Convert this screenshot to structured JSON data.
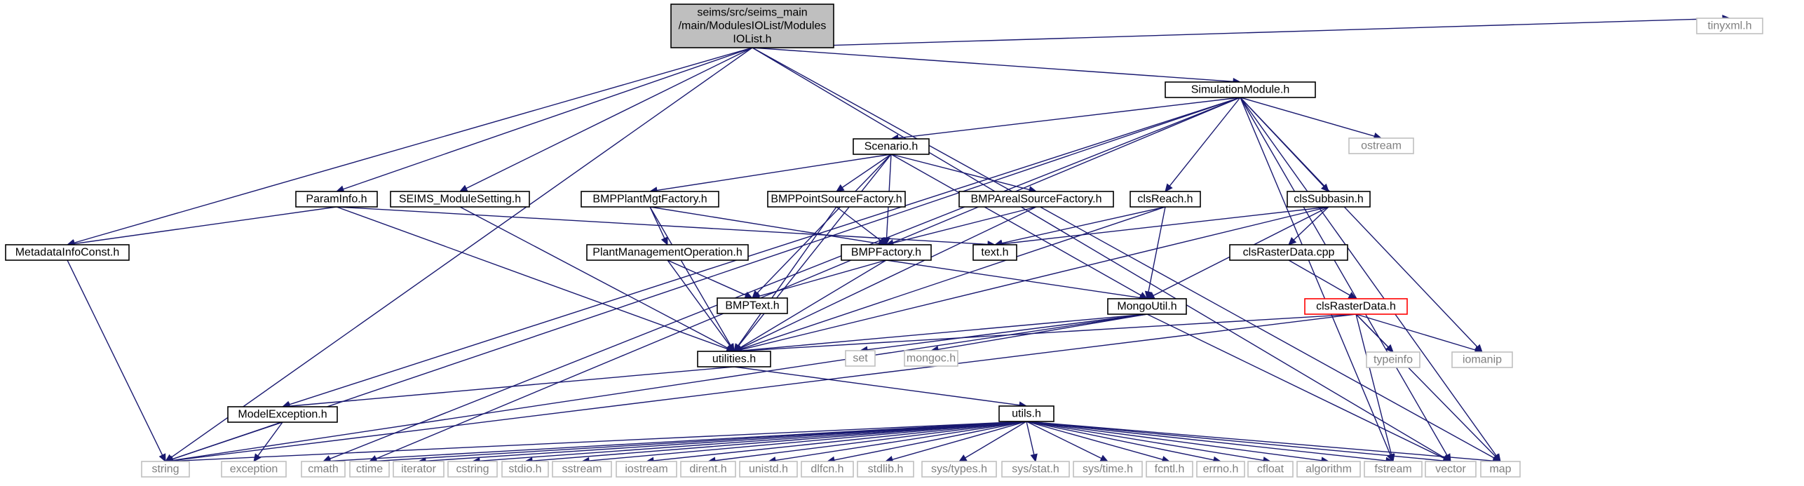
{
  "colors": {
    "edge": "#191970",
    "root_fill": "#bfbfbf",
    "node_stroke": "#000000",
    "external_stroke": "#bfbfbf",
    "external_text": "#808080",
    "truncated_stroke": "#ff0000"
  },
  "nodes": {
    "root": {
      "lines": [
        "seims/src/seims_main",
        "/main/ModulesIOList/Modules",
        "IOList.h"
      ],
      "kind": "root"
    },
    "simmod": {
      "lines": [
        "SimulationModule.h"
      ],
      "kind": "local"
    },
    "tinyxml": {
      "lines": [
        "tinyxml.h"
      ],
      "kind": "external"
    },
    "scenario": {
      "lines": [
        "Scenario.h"
      ],
      "kind": "local"
    },
    "ostream": {
      "lines": [
        "ostream"
      ],
      "kind": "external"
    },
    "paraminfo": {
      "lines": [
        "ParamInfo.h"
      ],
      "kind": "local"
    },
    "seimsmod": {
      "lines": [
        "SEIMS_ModuleSetting.h"
      ],
      "kind": "local"
    },
    "bmpplant": {
      "lines": [
        "BMPPlantMgtFactory.h"
      ],
      "kind": "local"
    },
    "bmppoint": {
      "lines": [
        "BMPPointSourceFactory.h"
      ],
      "kind": "local"
    },
    "bmpareal": {
      "lines": [
        "BMPArealSourceFactory.h"
      ],
      "kind": "local"
    },
    "clsreach": {
      "lines": [
        "clsReach.h"
      ],
      "kind": "local"
    },
    "clssub": {
      "lines": [
        "clsSubbasin.h"
      ],
      "kind": "local"
    },
    "metadata": {
      "lines": [
        "MetadataInfoConst.h"
      ],
      "kind": "local"
    },
    "plantop": {
      "lines": [
        "PlantManagementOperation.h"
      ],
      "kind": "local"
    },
    "bmpfactory": {
      "lines": [
        "BMPFactory.h"
      ],
      "kind": "local"
    },
    "texth": {
      "lines": [
        "text.h"
      ],
      "kind": "local"
    },
    "clsrastercpp": {
      "lines": [
        "clsRasterData.cpp"
      ],
      "kind": "local"
    },
    "bmptext": {
      "lines": [
        "BMPText.h"
      ],
      "kind": "local"
    },
    "mongoutil": {
      "lines": [
        "MongoUtil.h"
      ],
      "kind": "local"
    },
    "clsraster": {
      "lines": [
        "clsRasterData.h"
      ],
      "kind": "truncated"
    },
    "utilities": {
      "lines": [
        "utilities.h"
      ],
      "kind": "local"
    },
    "set": {
      "lines": [
        "set"
      ],
      "kind": "external"
    },
    "mongoc": {
      "lines": [
        "mongoc.h"
      ],
      "kind": "external"
    },
    "typeinfo": {
      "lines": [
        "typeinfo"
      ],
      "kind": "external"
    },
    "iomanip": {
      "lines": [
        "iomanip"
      ],
      "kind": "external"
    },
    "modelexc": {
      "lines": [
        "ModelException.h"
      ],
      "kind": "local"
    },
    "utils": {
      "lines": [
        "utils.h"
      ],
      "kind": "local"
    },
    "string": {
      "lines": [
        "string"
      ],
      "kind": "external"
    },
    "exception": {
      "lines": [
        "exception"
      ],
      "kind": "external"
    },
    "cmath": {
      "lines": [
        "cmath"
      ],
      "kind": "external"
    },
    "ctime": {
      "lines": [
        "ctime"
      ],
      "kind": "external"
    },
    "iterator": {
      "lines": [
        "iterator"
      ],
      "kind": "external"
    },
    "cstring": {
      "lines": [
        "cstring"
      ],
      "kind": "external"
    },
    "stdio": {
      "lines": [
        "stdio.h"
      ],
      "kind": "external"
    },
    "sstream": {
      "lines": [
        "sstream"
      ],
      "kind": "external"
    },
    "iostream": {
      "lines": [
        "iostream"
      ],
      "kind": "external"
    },
    "dirent": {
      "lines": [
        "dirent.h"
      ],
      "kind": "external"
    },
    "unistd": {
      "lines": [
        "unistd.h"
      ],
      "kind": "external"
    },
    "dlfcn": {
      "lines": [
        "dlfcn.h"
      ],
      "kind": "external"
    },
    "stdlib": {
      "lines": [
        "stdlib.h"
      ],
      "kind": "external"
    },
    "systypes": {
      "lines": [
        "sys/types.h"
      ],
      "kind": "external"
    },
    "sysstat": {
      "lines": [
        "sys/stat.h"
      ],
      "kind": "external"
    },
    "systime": {
      "lines": [
        "sys/time.h"
      ],
      "kind": "external"
    },
    "fcntl": {
      "lines": [
        "fcntl.h"
      ],
      "kind": "external"
    },
    "errno": {
      "lines": [
        "errno.h"
      ],
      "kind": "external"
    },
    "cfloat": {
      "lines": [
        "cfloat"
      ],
      "kind": "external"
    },
    "algorithm": {
      "lines": [
        "algorithm"
      ],
      "kind": "external"
    },
    "fstream": {
      "lines": [
        "fstream"
      ],
      "kind": "external"
    },
    "vector": {
      "lines": [
        "vector"
      ],
      "kind": "external"
    },
    "map": {
      "lines": [
        "map"
      ],
      "kind": "external"
    }
  },
  "edges": [
    [
      "root",
      "simmod"
    ],
    [
      "root",
      "tinyxml"
    ],
    [
      "root",
      "paraminfo"
    ],
    [
      "root",
      "seimsmod"
    ],
    [
      "root",
      "metadata"
    ],
    [
      "root",
      "string"
    ],
    [
      "root",
      "vector"
    ],
    [
      "root",
      "map"
    ],
    [
      "simmod",
      "scenario"
    ],
    [
      "simmod",
      "ostream"
    ],
    [
      "simmod",
      "clsreach"
    ],
    [
      "simmod",
      "clssub"
    ],
    [
      "simmod",
      "modelexc"
    ],
    [
      "simmod",
      "string"
    ],
    [
      "simmod",
      "cmath"
    ],
    [
      "simmod",
      "ctime"
    ],
    [
      "simmod",
      "fstream"
    ],
    [
      "simmod",
      "iomanip"
    ],
    [
      "simmod",
      "vector"
    ],
    [
      "simmod",
      "map"
    ],
    [
      "scenario",
      "bmpplant"
    ],
    [
      "scenario",
      "bmppoint"
    ],
    [
      "scenario",
      "bmpareal"
    ],
    [
      "scenario",
      "bmpfactory"
    ],
    [
      "scenario",
      "bmptext"
    ],
    [
      "scenario",
      "mongoutil"
    ],
    [
      "scenario",
      "utilities"
    ],
    [
      "paraminfo",
      "metadata"
    ],
    [
      "paraminfo",
      "texth"
    ],
    [
      "paraminfo",
      "utilities"
    ],
    [
      "seimsmod",
      "utilities"
    ],
    [
      "bmpplant",
      "plantop"
    ],
    [
      "bmpplant",
      "bmpfactory"
    ],
    [
      "bmpplant",
      "utilities"
    ],
    [
      "bmppoint",
      "bmpfactory"
    ],
    [
      "bmppoint",
      "utilities"
    ],
    [
      "bmpareal",
      "bmpfactory"
    ],
    [
      "bmpareal",
      "utilities"
    ],
    [
      "clsreach",
      "texth"
    ],
    [
      "clsreach",
      "mongoutil"
    ],
    [
      "clsreach",
      "utilities"
    ],
    [
      "clssub",
      "texth"
    ],
    [
      "clssub",
      "clsrastercpp"
    ],
    [
      "clssub",
      "mongoutil"
    ],
    [
      "clssub",
      "utilities"
    ],
    [
      "metadata",
      "string"
    ],
    [
      "plantop",
      "bmptext"
    ],
    [
      "plantop",
      "utilities"
    ],
    [
      "bmpfactory",
      "bmptext"
    ],
    [
      "bmpfactory",
      "mongoutil"
    ],
    [
      "bmpfactory",
      "utilities"
    ],
    [
      "clsrastercpp",
      "clsraster"
    ],
    [
      "mongoutil",
      "utilities"
    ],
    [
      "mongoutil",
      "set"
    ],
    [
      "mongoutil",
      "mongoc"
    ],
    [
      "mongoutil",
      "vector"
    ],
    [
      "mongoutil",
      "string"
    ],
    [
      "clsraster",
      "utilities"
    ],
    [
      "clsraster",
      "string"
    ],
    [
      "clsraster",
      "fstream"
    ],
    [
      "clsraster",
      "typeinfo"
    ],
    [
      "clsraster",
      "iomanip"
    ],
    [
      "clsraster",
      "map"
    ],
    [
      "utilities",
      "modelexc"
    ],
    [
      "utilities",
      "utils"
    ],
    [
      "modelexc",
      "exception"
    ],
    [
      "modelexc",
      "string"
    ],
    [
      "utils",
      "string"
    ],
    [
      "utils",
      "cmath"
    ],
    [
      "utils",
      "ctime"
    ],
    [
      "utils",
      "iterator"
    ],
    [
      "utils",
      "cstring"
    ],
    [
      "utils",
      "stdio"
    ],
    [
      "utils",
      "sstream"
    ],
    [
      "utils",
      "iostream"
    ],
    [
      "utils",
      "dirent"
    ],
    [
      "utils",
      "unistd"
    ],
    [
      "utils",
      "dlfcn"
    ],
    [
      "utils",
      "stdlib"
    ],
    [
      "utils",
      "systypes"
    ],
    [
      "utils",
      "sysstat"
    ],
    [
      "utils",
      "systime"
    ],
    [
      "utils",
      "fcntl"
    ],
    [
      "utils",
      "errno"
    ],
    [
      "utils",
      "cfloat"
    ],
    [
      "utils",
      "algorithm"
    ],
    [
      "utils",
      "fstream"
    ],
    [
      "utils",
      "vector"
    ],
    [
      "utils",
      "map"
    ]
  ]
}
